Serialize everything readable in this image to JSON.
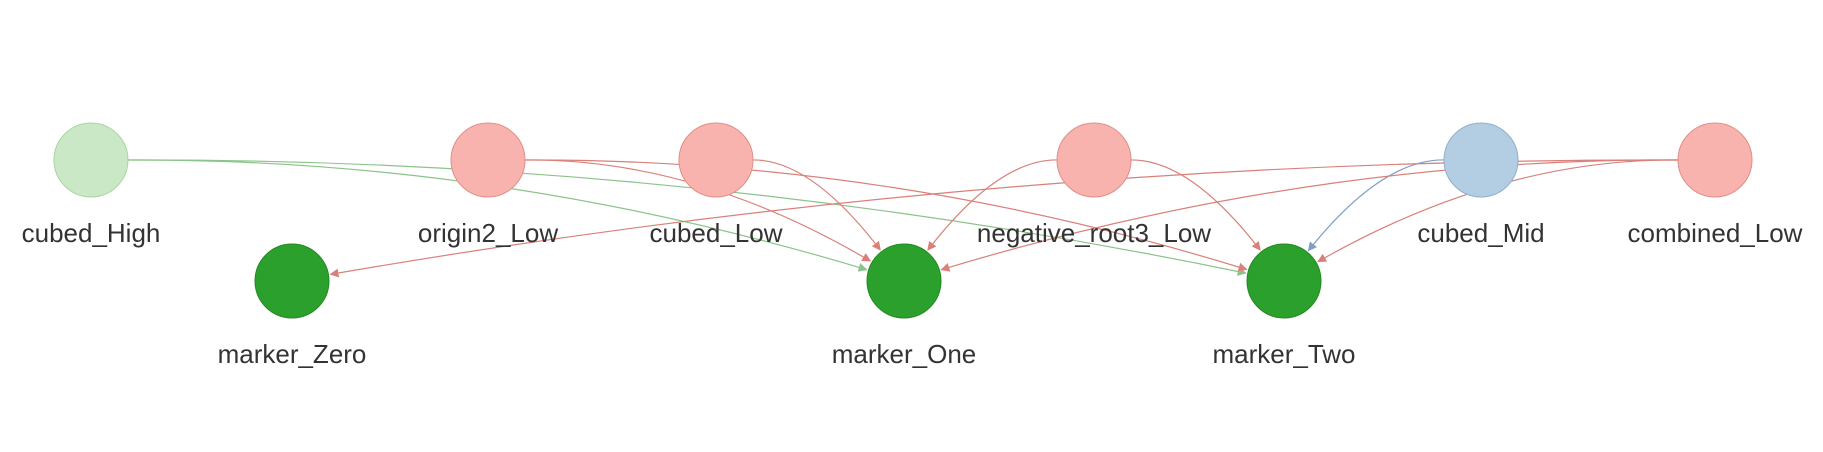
{
  "graph": {
    "nodes": [
      {
        "id": "cubed_High",
        "label": "cubed_High",
        "color": "#cbe8c6",
        "stroke": "#a9d49f"
      },
      {
        "id": "origin2_Low",
        "label": "origin2_Low",
        "color": "#f9b3ae",
        "stroke": "#e08e88"
      },
      {
        "id": "cubed_Low",
        "label": "cubed_Low",
        "color": "#f9b3ae",
        "stroke": "#e08e88"
      },
      {
        "id": "negative_root3_Low",
        "label": "negative_root3_Low",
        "color": "#f9b3ae",
        "stroke": "#e08e88"
      },
      {
        "id": "cubed_Mid",
        "label": "cubed_Mid",
        "color": "#b3cde2",
        "stroke": "#8fb0cc"
      },
      {
        "id": "combined_Low",
        "label": "combined_Low",
        "color": "#f9b3ae",
        "stroke": "#e08e88"
      },
      {
        "id": "marker_Zero",
        "label": "marker_Zero",
        "color": "#2ca02c",
        "stroke": "#228a22"
      },
      {
        "id": "marker_One",
        "label": "marker_One",
        "color": "#2ca02c",
        "stroke": "#228a22"
      },
      {
        "id": "marker_Two",
        "label": "marker_Two",
        "color": "#2ca02c",
        "stroke": "#228a22"
      }
    ],
    "edges": [
      {
        "from": "cubed_High",
        "to": "marker_One",
        "color": "#8cc38a"
      },
      {
        "from": "cubed_High",
        "to": "marker_Two",
        "color": "#8cc38a"
      },
      {
        "from": "origin2_Low",
        "to": "marker_One",
        "color": "#d9807a"
      },
      {
        "from": "origin2_Low",
        "to": "marker_Two",
        "color": "#d9807a"
      },
      {
        "from": "cubed_Low",
        "to": "marker_One",
        "color": "#d9807a"
      },
      {
        "from": "negative_root3_Low",
        "to": "marker_One",
        "color": "#d9807a"
      },
      {
        "from": "negative_root3_Low",
        "to": "marker_Two",
        "color": "#d9807a"
      },
      {
        "from": "cubed_Mid",
        "to": "marker_Two",
        "color": "#7f9fc4"
      },
      {
        "from": "combined_Low",
        "to": "marker_Zero",
        "color": "#d9807a"
      },
      {
        "from": "combined_Low",
        "to": "marker_One",
        "color": "#d9807a"
      },
      {
        "from": "combined_Low",
        "to": "marker_Two",
        "color": "#d9807a"
      }
    ]
  }
}
